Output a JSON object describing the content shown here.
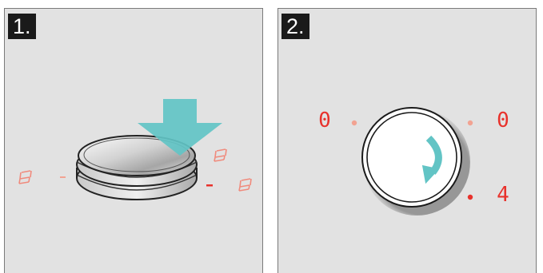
{
  "steps": [
    {
      "number_label": "1."
    },
    {
      "number_label": "2."
    }
  ],
  "panel2": {
    "display_top_left": "0",
    "display_top_right": "0",
    "display_bottom_right": "4"
  },
  "icons": {
    "press_arrow": "down-arrow-icon",
    "rotate_arrow": "clockwise-arrow-icon"
  },
  "colors": {
    "panel_bg": "#e2e2e2",
    "arrow_teal": "#62c4c5",
    "display_red": "#e8322c",
    "indicator_faded": "#f2a392",
    "badge_bg": "#1a1a1a"
  }
}
